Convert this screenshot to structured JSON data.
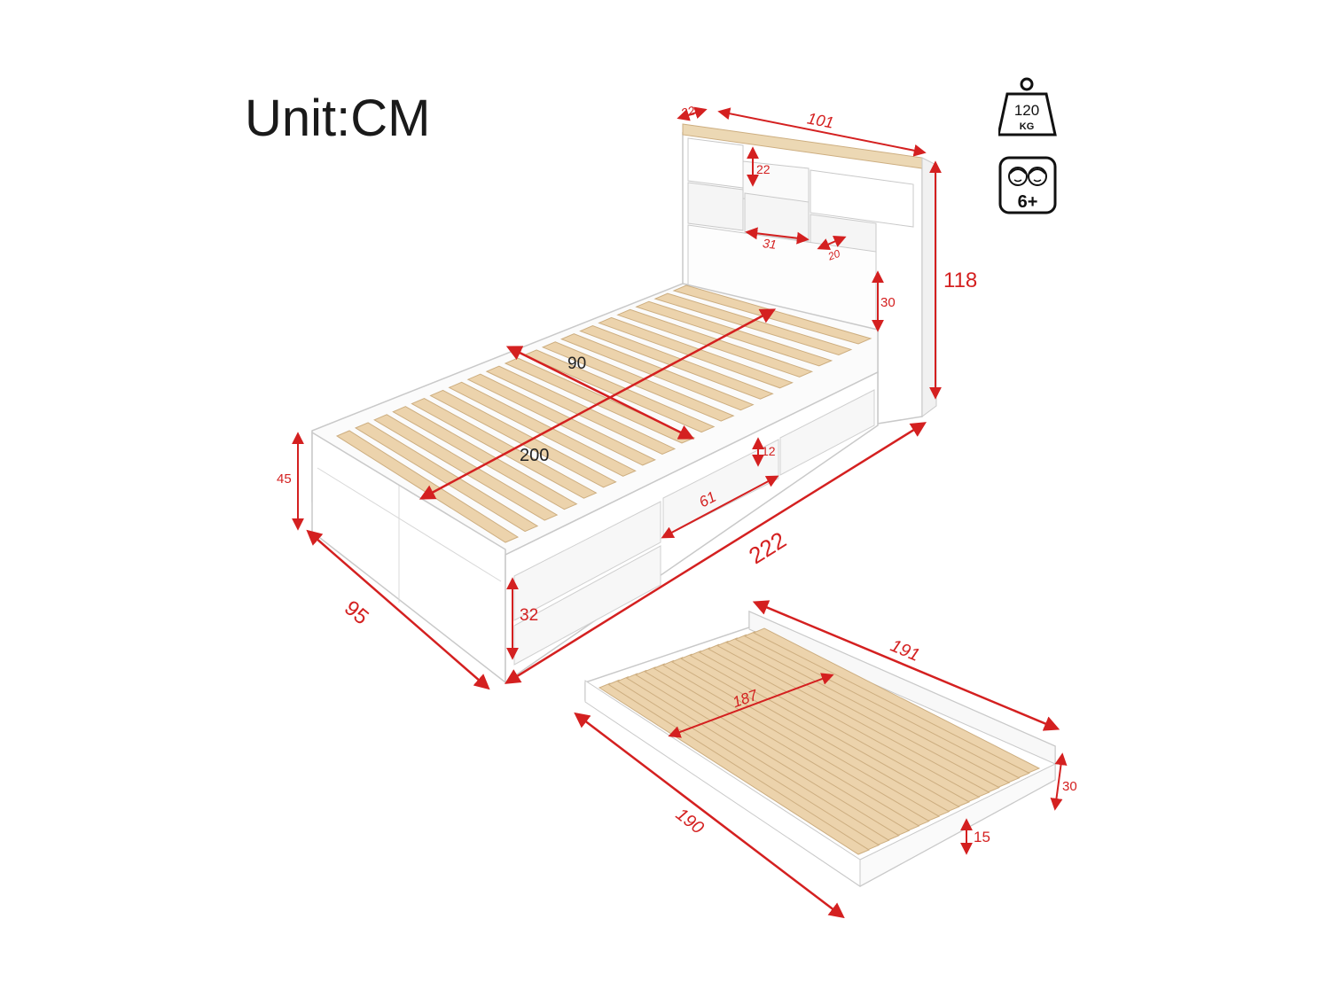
{
  "title": "Unit:CM",
  "icons": {
    "weight": {
      "icon": "weight-icon",
      "value": "120",
      "unit": "KG"
    },
    "age": {
      "icon": "children-age-icon",
      "value": "6+"
    }
  },
  "colors": {
    "dimension": "#d42020",
    "frame": "#ffffff",
    "frame_edge": "#c9c9c9",
    "slat": "#ecd3ac",
    "slat_edge": "#cdae80",
    "top_wood": "#ecd8b4"
  },
  "dimensions": {
    "headboard_depth": "22",
    "headboard_width": "101",
    "shelf_height": "22",
    "shelf_width": "31",
    "shelf_depth": "20",
    "total_height": "118",
    "headboard_above_rail": "30",
    "mattress_width": "90",
    "mattress_length": "200",
    "drawer_height": "12",
    "drawer_width": "61",
    "bed_height": "45",
    "total_length": "222",
    "bed_width": "95",
    "side_rail_height": "32",
    "trundle_length": "191",
    "trundle_slat_length": "187",
    "trundle_height": "30",
    "trundle_width": "190",
    "trundle_clearance": "15"
  }
}
